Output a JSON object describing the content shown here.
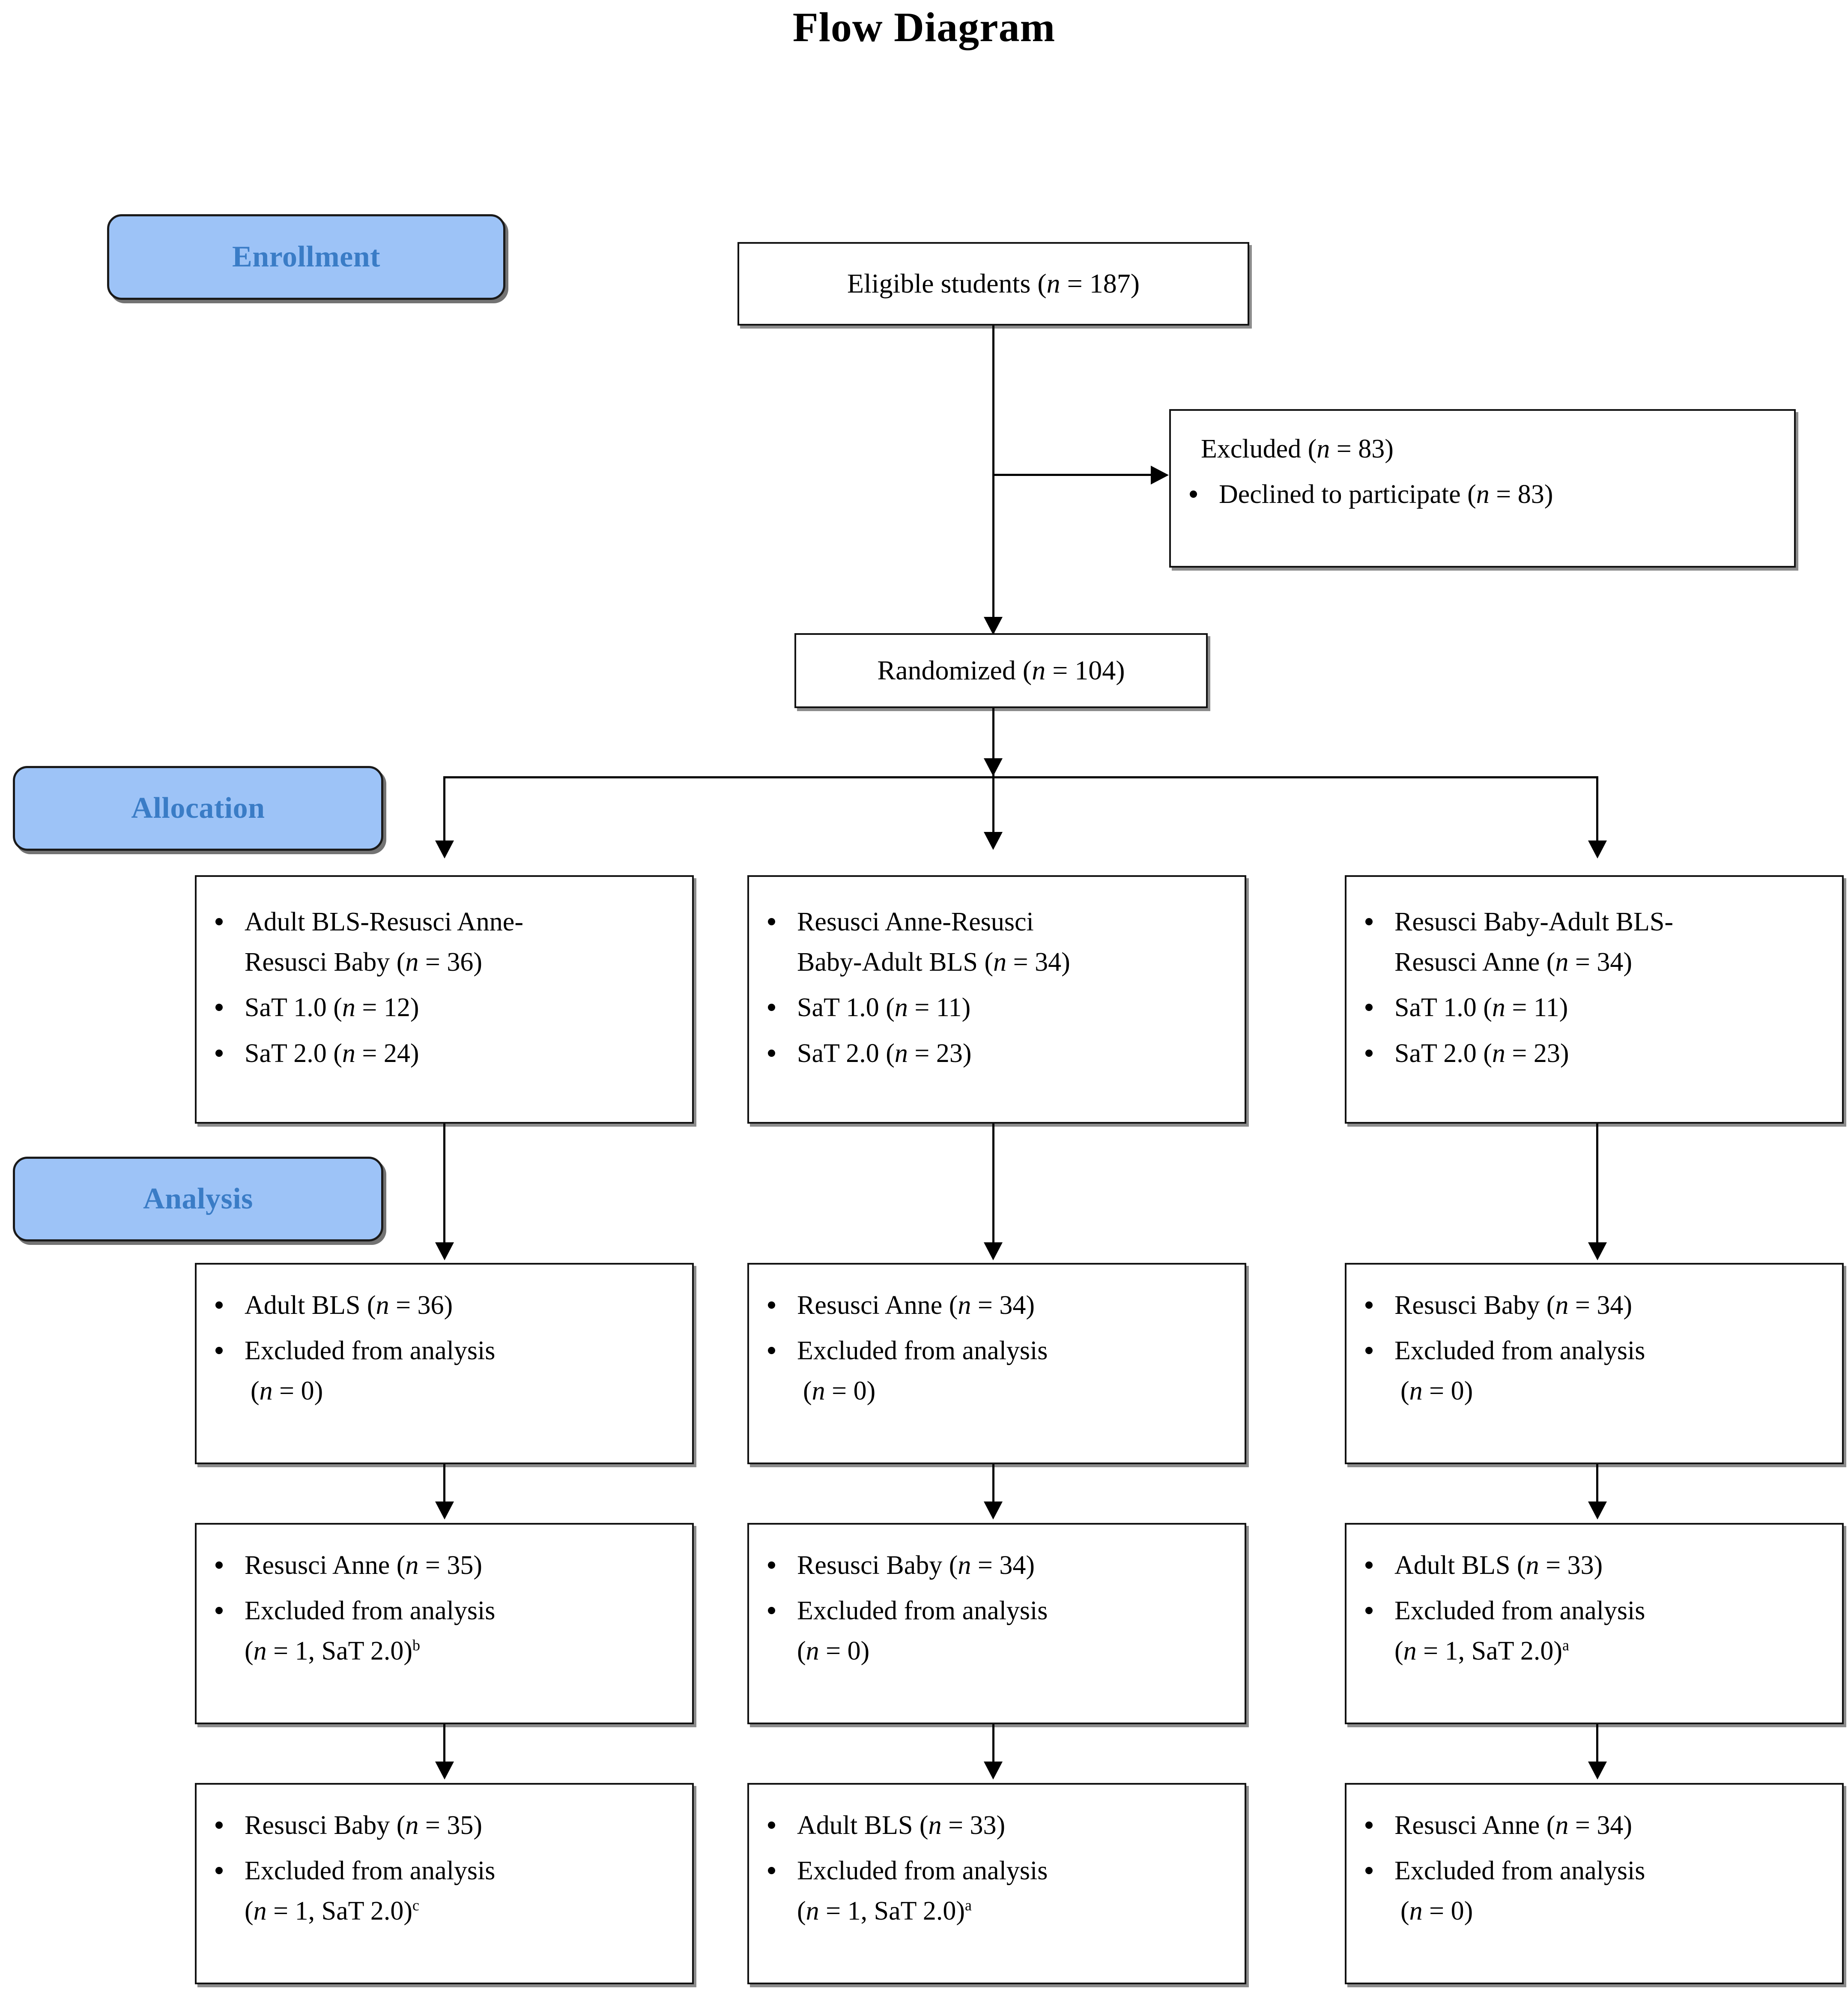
{
  "title": "Flow Diagram",
  "stages": [
    {
      "id": "enrollment",
      "label": "Enrollment"
    },
    {
      "id": "allocation",
      "label": "Allocation"
    },
    {
      "id": "analysis",
      "label": "Analysis"
    }
  ],
  "nodes": {
    "eligible": {
      "text": "Eligible students (n = 187)",
      "n": 187
    },
    "excluded": {
      "heading": "Excluded (n = 83)",
      "items": [
        "Declined to participate (n = 83)"
      ],
      "n": 83
    },
    "randomized": {
      "text": "Randomized (n = 104)",
      "n": 104
    }
  },
  "allocation": [
    {
      "id": "arm-1",
      "sequence": "Adult BLS-Resusci Anne-Resusci Baby (n = 36)",
      "sequence_line1": "Adult BLS-Resusci Anne-",
      "sequence_line2": "Resusci Baby (n = 36)",
      "n": 36,
      "sat10": "SaT 1.0 (n = 12)",
      "sat20": "SaT 2.0 (n = 24)",
      "sat10_n": 12,
      "sat20_n": 24
    },
    {
      "id": "arm-2",
      "sequence": "Resusci Anne-Resusci Baby-Adult BLS (n = 34)",
      "sequence_line1": "Resusci Anne-Resusci",
      "sequence_line2": "Baby-Adult BLS (n = 34)",
      "n": 34,
      "sat10": "SaT 1.0 (n = 11)",
      "sat20": "SaT 2.0 (n = 23)",
      "sat10_n": 11,
      "sat20_n": 23
    },
    {
      "id": "arm-3",
      "sequence": "Resusci Baby-Adult BLS-Resusci Anne (n = 34)",
      "sequence_line1": "Resusci Baby-Adult BLS-",
      "sequence_line2": "Resusci Anne (n = 34)",
      "n": 34,
      "sat10": "SaT 1.0 (n = 11)",
      "sat20": "SaT 2.0 (n = 23)",
      "sat10_n": 11,
      "sat20_n": 23
    }
  ],
  "analysis": {
    "excluded_label": "Excluded from analysis",
    "rows": [
      {
        "row": 1,
        "cells": [
          {
            "id": "a-r1-c1",
            "manikin": "Adult BLS (n = 36)",
            "n": 36,
            "excluded": "(n = 0)",
            "excluded_n": 0,
            "footnote": ""
          },
          {
            "id": "a-r1-c2",
            "manikin": "Resusci Anne (n = 34)",
            "n": 34,
            "excluded": "(n = 0)",
            "excluded_n": 0,
            "footnote": ""
          },
          {
            "id": "a-r1-c3",
            "manikin": "Resusci Baby (n = 34)",
            "n": 34,
            "excluded": "(n = 0)",
            "excluded_n": 0,
            "footnote": ""
          }
        ]
      },
      {
        "row": 2,
        "cells": [
          {
            "id": "a-r2-c1",
            "manikin": "Resusci Anne (n = 35)",
            "n": 35,
            "excluded": "(n = 1, SaT 2.0)",
            "excluded_n": 1,
            "footnote": "b"
          },
          {
            "id": "a-r2-c2",
            "manikin": "Resusci Baby (n = 34)",
            "n": 34,
            "excluded": "(n = 0)",
            "excluded_n": 0,
            "footnote": ""
          },
          {
            "id": "a-r2-c3",
            "manikin": "Adult BLS (n = 33)",
            "n": 33,
            "excluded": "(n = 1, SaT 2.0)",
            "excluded_n": 1,
            "footnote": "a"
          }
        ]
      },
      {
        "row": 3,
        "cells": [
          {
            "id": "a-r3-c1",
            "manikin": "Resusci Baby (n = 35)",
            "n": 35,
            "excluded": "(n = 1, SaT 2.0)",
            "excluded_n": 1,
            "footnote": "c"
          },
          {
            "id": "a-r3-c2",
            "manikin": "Adult BLS (n = 33)",
            "n": 33,
            "excluded": "(n = 1, SaT 2.0)",
            "excluded_n": 1,
            "footnote": "a"
          },
          {
            "id": "a-r3-c3",
            "manikin": "Resusci Anne (n = 34)",
            "n": 34,
            "excluded": "(n = 0)",
            "excluded_n": 0,
            "footnote": ""
          }
        ]
      }
    ]
  },
  "colors": {
    "badge_fill": "#9DC3F7",
    "badge_text": "#3A7CC6",
    "box_border": "#121212",
    "connector": "#000000",
    "page_background": "#FFFFFF"
  }
}
